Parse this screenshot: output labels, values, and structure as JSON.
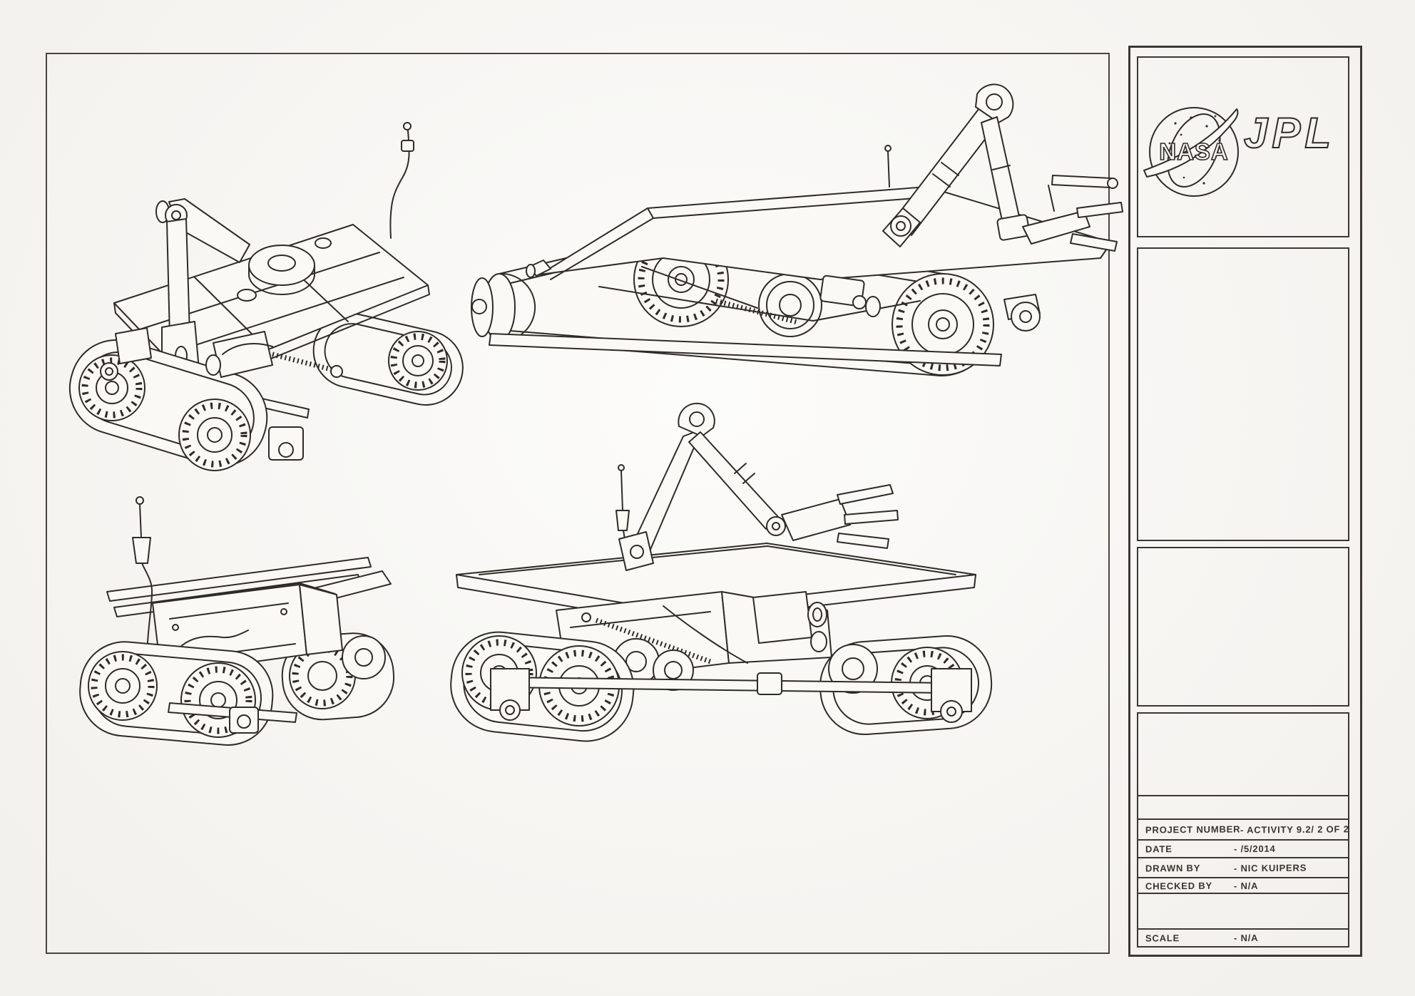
{
  "page": {
    "paper_color": "#faf9f6",
    "ink_color": "#2f2b27"
  },
  "logos": {
    "nasa": "NASA",
    "jpl": "JPL"
  },
  "title_block": {
    "rows": [
      {
        "label": "PROJECT NUMBER",
        "value": "- ACTIVITY 9.2/ 2 OF 2"
      },
      {
        "label": "DATE",
        "value": "- /5/2014"
      },
      {
        "label": "DRAWN BY",
        "value": "- NIC KUIPERS"
      },
      {
        "label": "CHECKED BY",
        "value": "- N/A"
      },
      {
        "label": "SCALE",
        "value": "- N/A"
      }
    ]
  }
}
